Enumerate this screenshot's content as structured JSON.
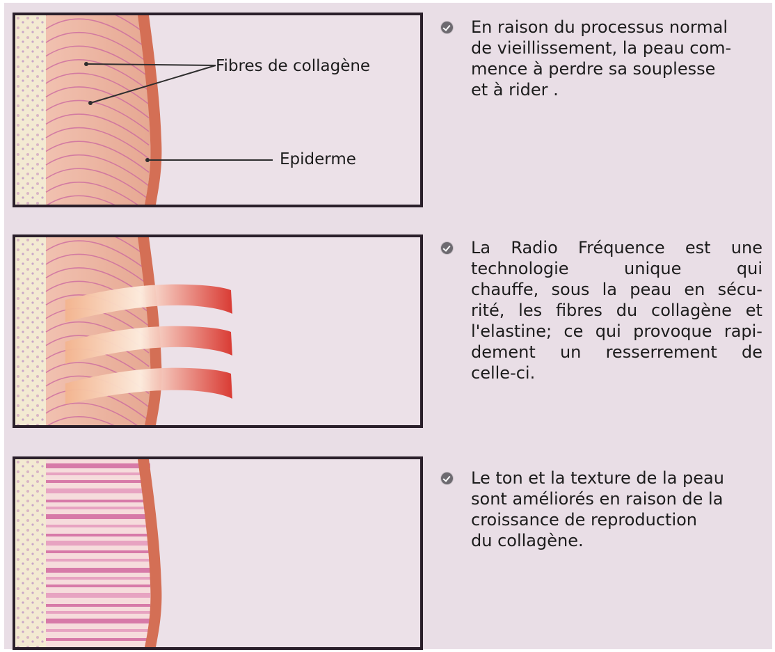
{
  "panels": [
    {
      "labels": {
        "collagen": "Fibres de collagène",
        "epidermis": "Epiderme"
      }
    },
    {
      "labels": {}
    },
    {
      "labels": {}
    }
  ],
  "bullets": [
    {
      "icon": "check-circle-icon",
      "lines": [
        "En raison du processus normal",
        "de vieillissement, la peau com-",
        "mence à perdre sa souplesse",
        "et à rider ."
      ]
    },
    {
      "icon": "check-circle-icon",
      "lines": [
        "La Radio Fréquence est une",
        "technologie unique qui",
        "chauffe, sous la peau en sécu-",
        "rité, les fibres du collagène et",
        "l'elastine; ce qui provoque rapi-",
        "dement un resserrement de",
        "celle-ci."
      ]
    },
    {
      "icon": "check-circle-icon",
      "lines": [
        "Le ton et la texture de la peau",
        "sont améliorés en raison de la",
        "croissance de reproduction",
        "du collagène."
      ]
    }
  ],
  "colors": {
    "background": "#e9dee6",
    "frame": "#2a1f2a",
    "dermis": "#eab3a2",
    "fiber": "#c9669f",
    "epidermis": "#d46f55",
    "heat_wave": "#dd3b2a"
  }
}
